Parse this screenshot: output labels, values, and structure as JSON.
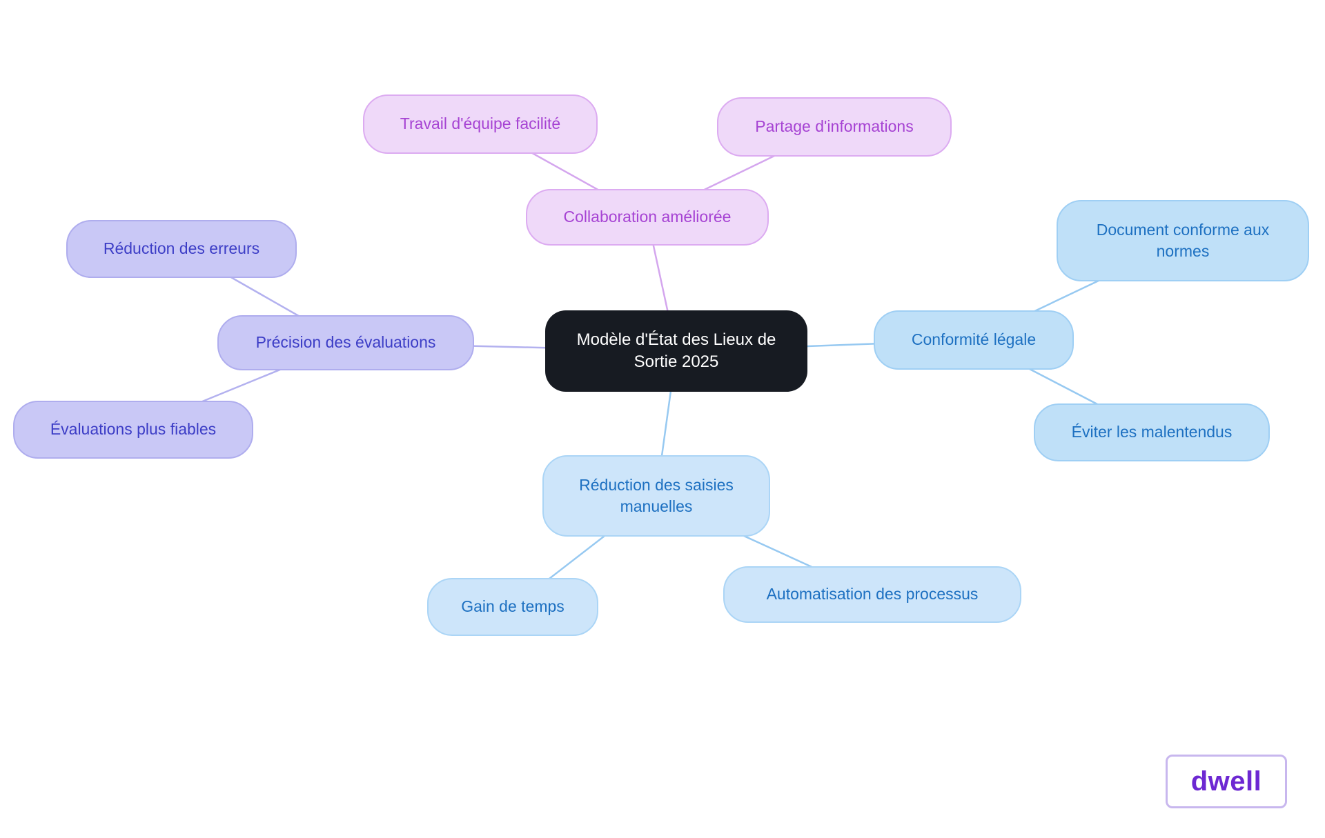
{
  "diagram": {
    "type": "mindmap",
    "central": {
      "label": "Modèle d'État des Lieux de Sortie 2025"
    },
    "branches": [
      {
        "label": "Collaboration améliorée",
        "color": "#a643d3",
        "fill": "#efd9f9",
        "border": "#dcabf1",
        "children": [
          {
            "label": "Travail d'équipe facilité"
          },
          {
            "label": "Partage d'informations"
          }
        ]
      },
      {
        "label": "Précision des évaluations",
        "color": "#3c3dc6",
        "fill": "#c9c8f6",
        "border": "#afadee",
        "children": [
          {
            "label": "Réduction des erreurs"
          },
          {
            "label": "Évaluations plus fiables"
          }
        ]
      },
      {
        "label": "Conformité légale",
        "color": "#1d70c1",
        "fill": "#bfe0f8",
        "border": "#9fcff4",
        "children": [
          {
            "label": "Document conforme aux normes"
          },
          {
            "label": "Éviter les malentendus"
          }
        ]
      },
      {
        "label": "Réduction des saisies manuelles",
        "color": "#1d70c1",
        "fill": "#cde5fa",
        "border": "#abd5f6",
        "children": [
          {
            "label": "Gain de temps"
          },
          {
            "label": "Automatisation des processus"
          }
        ]
      }
    ],
    "central_colors": {
      "fill": "#171b22",
      "text": "#ffffff"
    },
    "background": "#ffffff"
  },
  "logo": {
    "text": "dwell",
    "color": "#6d28d2",
    "border": "#c8b7ee"
  }
}
